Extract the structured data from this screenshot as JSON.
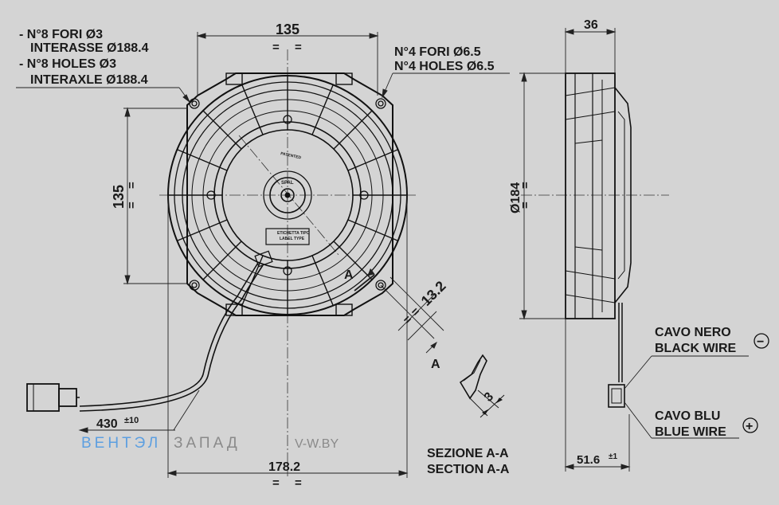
{
  "fan_label": {
    "patented": "PATENTED",
    "label_it": "ETICHETTA TIPO",
    "label_en": "LABEL TYPE",
    "brand": "SPAL"
  },
  "notes": {
    "holes8_it": "- N°8 FORI Ø3",
    "holes8_it2": "INTERASSE Ø188.4",
    "holes8_en": "- N°8 HOLES Ø3",
    "holes8_en2": "INTERAXLE Ø188.4",
    "holes4_it": "N°4 FORI Ø6.5",
    "holes4_en": "N°4 HOLES Ø6.5"
  },
  "dims": {
    "top_135": "135",
    "left_135": "135",
    "bottom_178": "178.2",
    "cable_430": "430",
    "cable_tol": "±10",
    "depth_36": "36",
    "dia_184": "Ø184",
    "depth_516": "51.6",
    "depth_tol": "±1",
    "slot_132": "13.2",
    "slot_3": "3",
    "eq": "="
  },
  "section": {
    "mark_a": "A",
    "it": "SEZIONE A-A",
    "en": "SECTION A-A"
  },
  "wires": {
    "black_it": "CAVO NERO",
    "black_en": "BLACK WIRE",
    "minus": "−",
    "blue_it": "CAVO BLU",
    "blue_en": "BLUE WIRE",
    "plus": "+"
  },
  "watermark": {
    "part1": "ВЕНТЭЛ",
    "part2": "ЗАПАД",
    "site": "V-W.BY",
    "color1": "#5d9fe0",
    "color2": "#8a8a8a"
  }
}
